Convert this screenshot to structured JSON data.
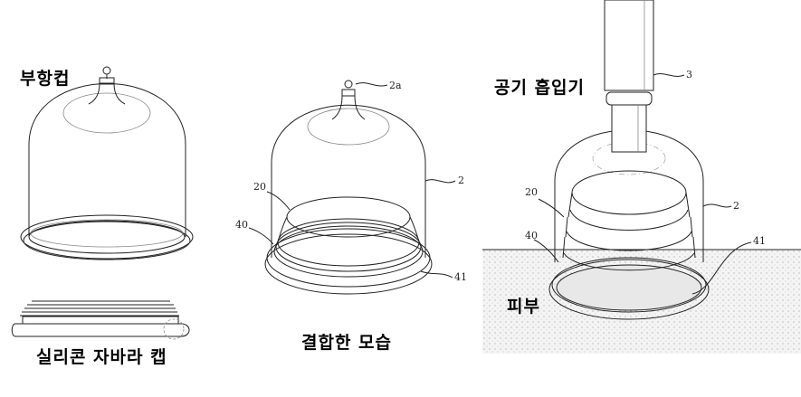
{
  "labels": {
    "cupping_cup": "부항컵",
    "silicone_bellows_cap": "실리콘 자바라 캡",
    "combined_view": "결합한 모습",
    "air_suction_device": "공기 흡입기",
    "skin": "피부"
  },
  "reference_numerals": {
    "fig2": {
      "nipple": "2a",
      "cup": "2",
      "bellows": "20",
      "base": "40",
      "rim": "41"
    },
    "fig3": {
      "suction": "3",
      "cup": "2",
      "bellows": "20",
      "base": "40",
      "rim": "41"
    }
  }
}
